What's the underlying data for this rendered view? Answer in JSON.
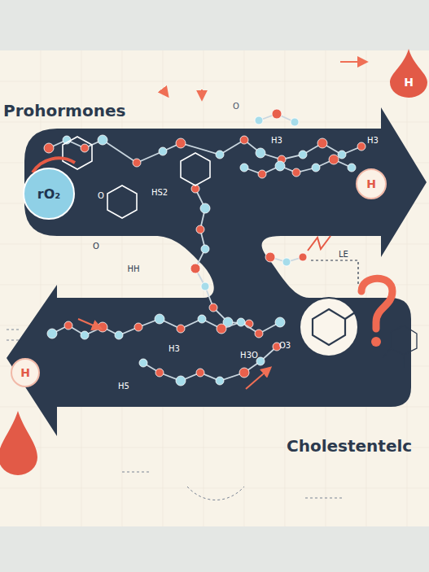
{
  "diagram": {
    "title": "Prohormones",
    "nodes": [
      {
        "text": [
          "rO₂"
        ]
      },
      {
        "text": [
          "H"
        ]
      },
      {
        "text": [
          "H"
        ]
      },
      {
        "text": [
          "H"
        ]
      }
    ],
    "labels": [
      "O",
      "H3",
      "HS2",
      "O",
      "H3",
      "O",
      "HH",
      "LE",
      "O3",
      "H3",
      "H3O",
      "H5",
      "Cholestentelc"
    ]
  }
}
